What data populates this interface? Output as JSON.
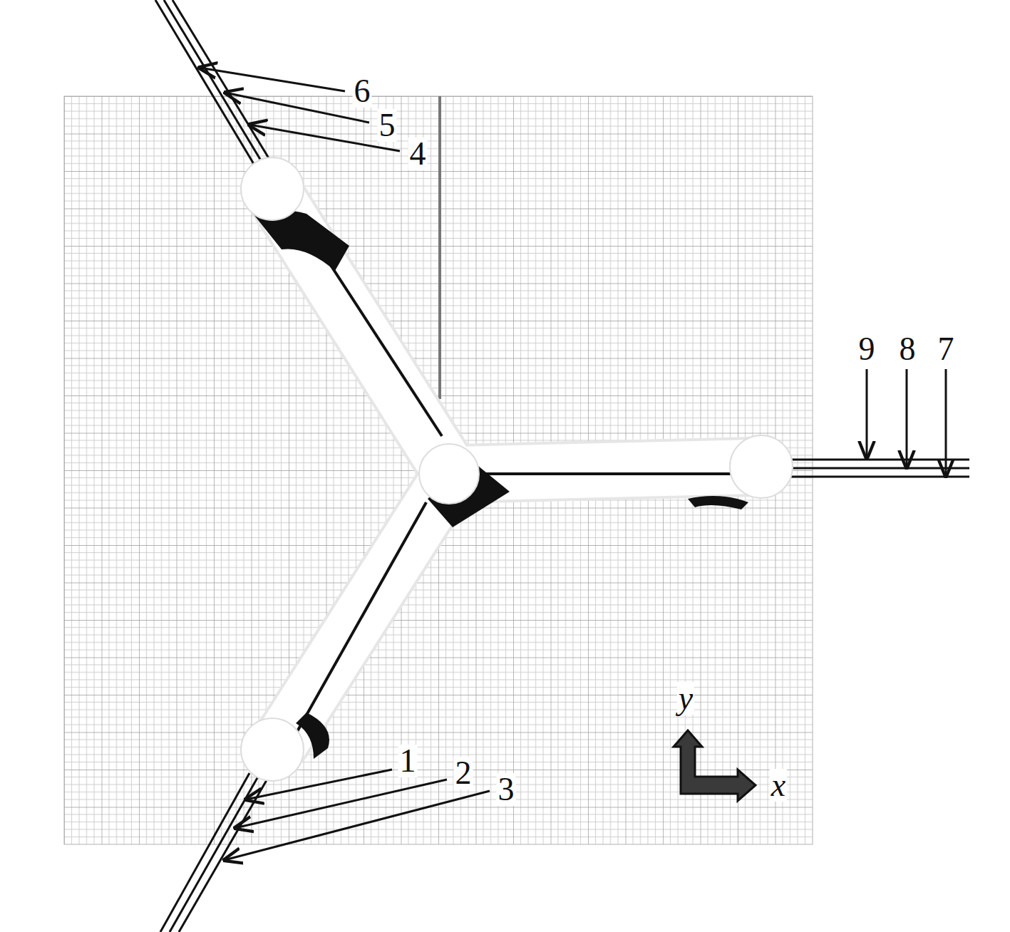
{
  "diagram": {
    "labels": [
      "6",
      "5",
      "4",
      "9",
      "8",
      "7",
      "1",
      "2",
      "3",
      "y",
      "x"
    ]
  }
}
